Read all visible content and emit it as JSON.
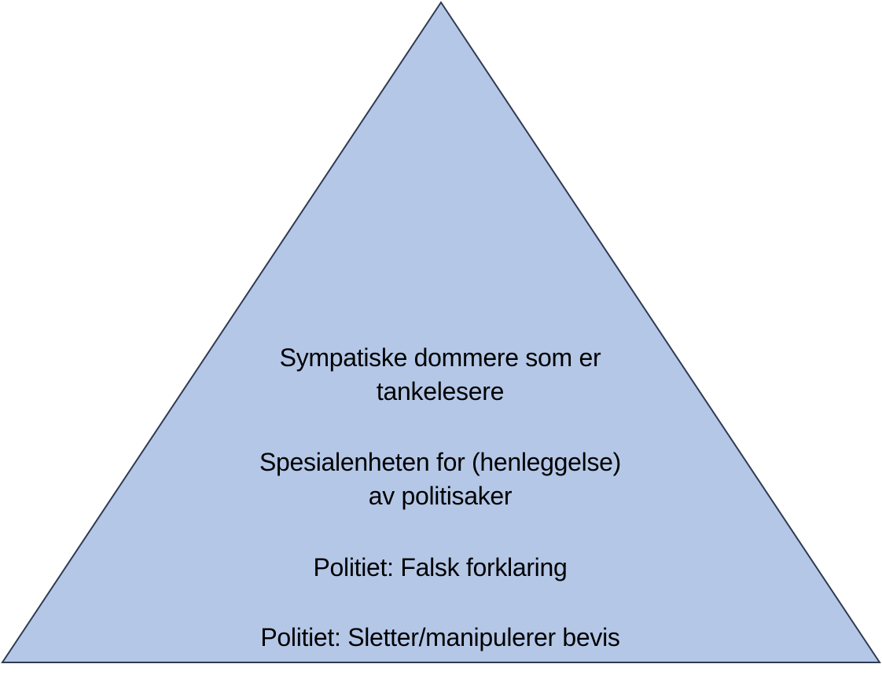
{
  "colors": {
    "pyramid_fill": "#b4c7e7",
    "pyramid_stroke": "#2f3b52",
    "text": "#000000",
    "background": "#ffffff"
  },
  "pyramid": {
    "tiers": [
      {
        "lines": [
          "Sympatiske dommere som er",
          "tankelesere"
        ]
      },
      {
        "lines": [
          "Spesialenheten for (henleggelse)",
          "av politisaker"
        ]
      },
      {
        "lines": [
          "Politiet: Falsk forklaring"
        ]
      },
      {
        "lines": [
          "Politiet: Sletter/manipulerer bevis"
        ]
      }
    ]
  }
}
